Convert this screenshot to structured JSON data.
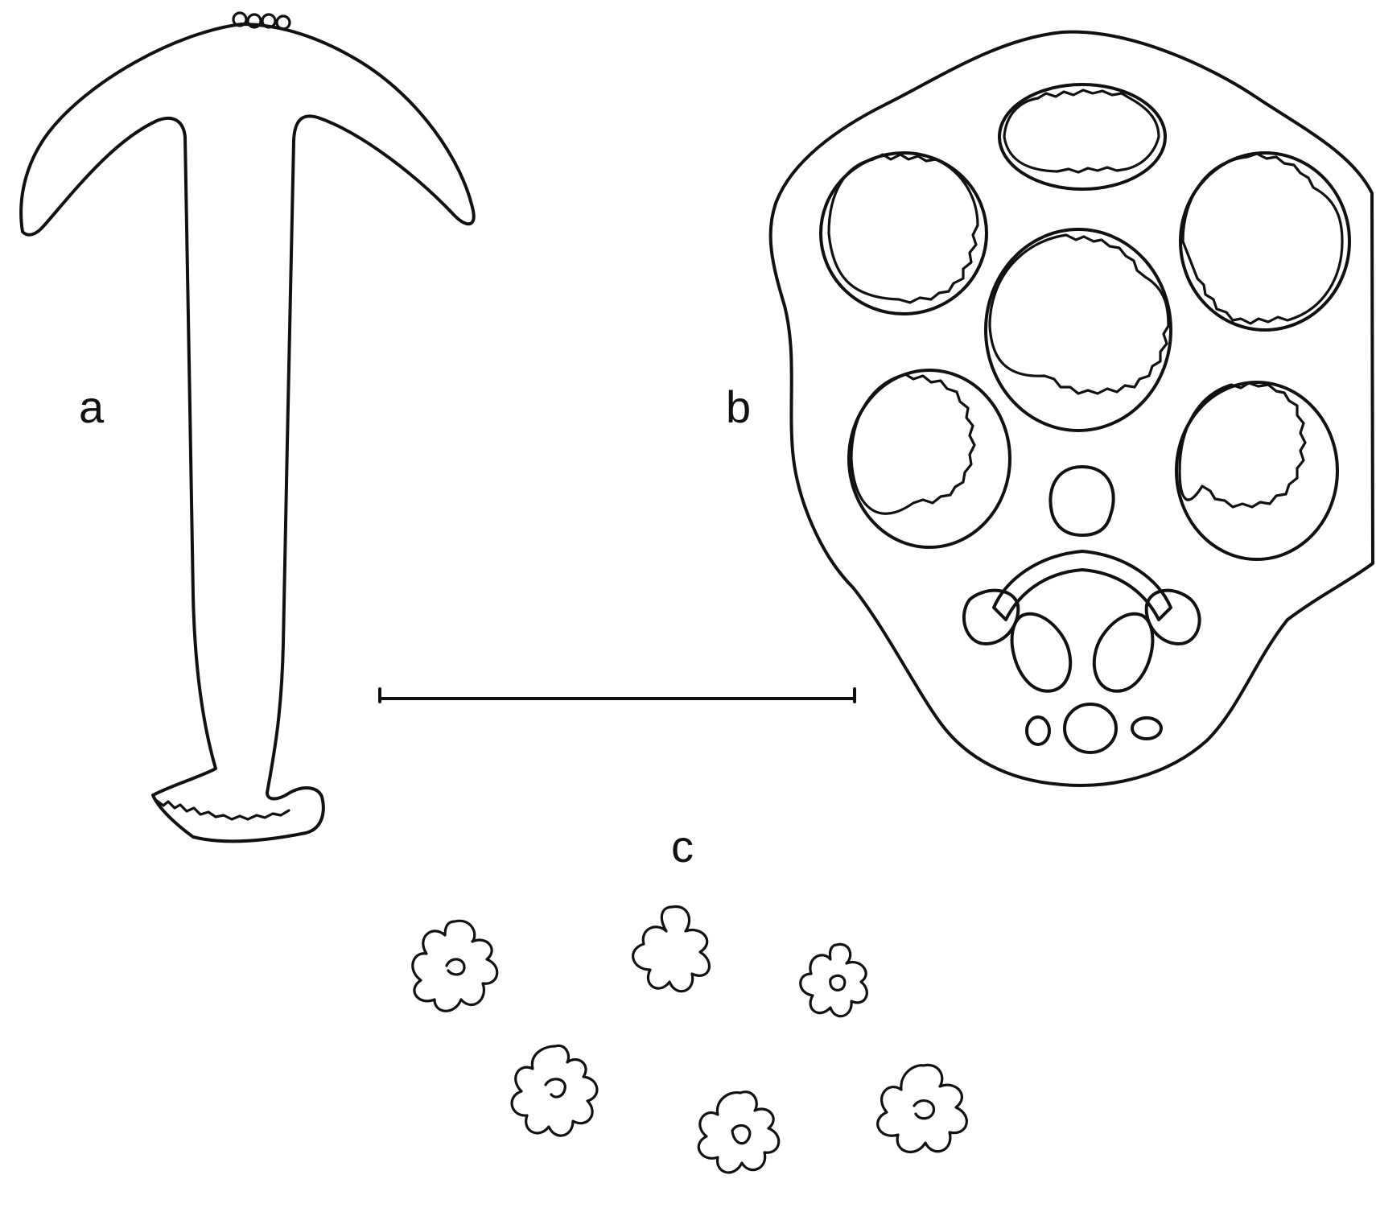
{
  "labels": {
    "a": "a",
    "b": "b",
    "c": "c"
  },
  "colors": {
    "background": "#ffffff",
    "ink": "#111111"
  },
  "panels": {
    "a": "anchor",
    "b": "anchor-plate",
    "c": "rosette-spicules"
  },
  "rosette_count": 6,
  "plate_large_holes": 6
}
